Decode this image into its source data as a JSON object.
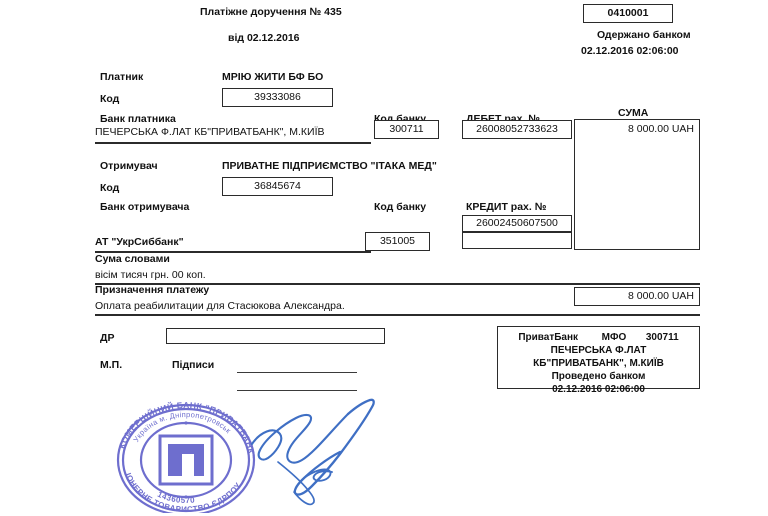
{
  "document": {
    "title": "Платіжне доручення  № 435",
    "date_line": "від 02.12.2016",
    "form_code": "0410001",
    "received_label": "Одержано банком",
    "received_datetime": "02.12.2016 02:06:00"
  },
  "payer": {
    "label": "Платник",
    "name": "МРІЮ ЖИТИ БФ БО",
    "code_label": "Код",
    "code": "39333086",
    "bank_label": "Банк платника",
    "bank_name": "ПЕЧЕРСЬКА Ф.ЛАТ КБ\"ПРИВАТБАНК\", М.КИЇВ",
    "bank_code_label": "Код банку",
    "bank_code": "300711",
    "debit_label": "ДЕБЕТ рах. №",
    "debit_account": "26008052733623"
  },
  "amount": {
    "label": "СУМА",
    "value": "8 000.00 UAH"
  },
  "recipient": {
    "label": "Отримувач",
    "name": "ПРИВАТНЕ ПІДПРИЄМСТВО \"ІТАКА МЕД\"",
    "code_label": "Код",
    "code": "36845674",
    "bank_label": "Банк отримувача",
    "bank_name": "АТ \"УкрСиббанк\"",
    "bank_code_label": "Код банку",
    "bank_code": "351005",
    "credit_label": "КРЕДИТ рах. №",
    "credit_account": "26002450607500",
    "credit_account_second": ""
  },
  "sum_in_words": {
    "label": "Сума словами",
    "value": "вісім тисяч грн. 00 коп."
  },
  "purpose": {
    "label": "Призначення платежу",
    "value": "Оплата реабилитации для Стасюкова Александра.",
    "amount": "8 000.00 UAH"
  },
  "footer": {
    "dr_label": "ДР",
    "dr_value": "",
    "mp_label": "М.П.",
    "signatures_label": "Підписи"
  },
  "bank_stamp": {
    "line1_bank": "ПриватБанк",
    "line1_mfo_label": "МФО",
    "line1_mfo": "300711",
    "line2": "ПЕЧЕРСЬКА Ф.ЛАТ",
    "line3": "КБ\"ПРИВАТБАНК\", М.КИЇВ",
    "line4": "Проведено банком",
    "line5": "02.12.2016 02:06:00"
  },
  "seal": {
    "outer_text_top": "КОМЕРЦІЙНИЙ БАНК \"ПРИВАТБАНК\" ПУБЛІЧНЕ АКЦІОНЕРНЕ",
    "inner_text": "Україна  м. Дніпропетровськ",
    "code_text": "ЄДРПОУ  14360570",
    "color": "#5b5bc8"
  },
  "signature": {
    "color": "#3f6fc4"
  }
}
